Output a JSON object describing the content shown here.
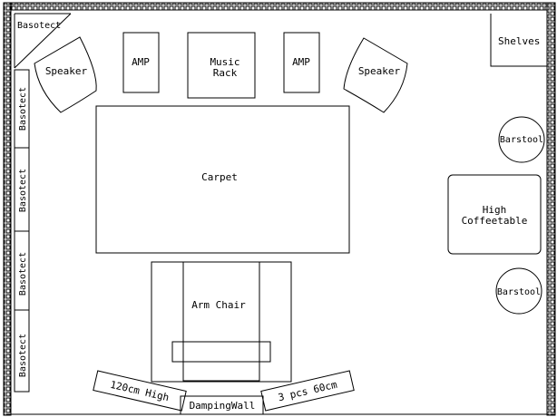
{
  "labels": {
    "basotect_corner": "Basotect",
    "basotect_panel": "Basotect",
    "shelves": "Shelves",
    "speaker_left": "Speaker",
    "speaker_right": "Speaker",
    "amp_left": "AMP",
    "amp_right": "AMP",
    "music_rack_line1": "Music",
    "music_rack_line2": "Rack",
    "carpet": "Carpet",
    "arm_chair": "Arm Chair",
    "barstool_top": "Barstool",
    "barstool_bottom": "Barstool",
    "coffeetable_line1": "High",
    "coffeetable_line2": "Coffeetable",
    "damping_left": "120cm High",
    "damping_center": "DampingWall",
    "damping_right": "3 pcs 60cm"
  }
}
